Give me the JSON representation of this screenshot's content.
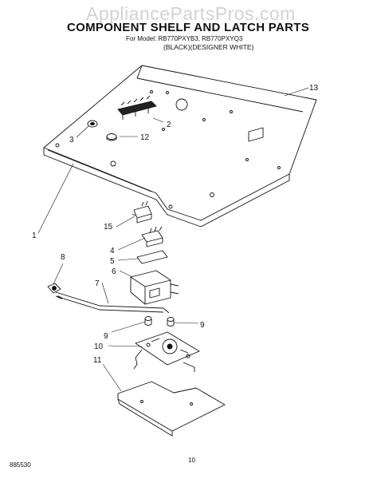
{
  "watermark": "AppliancePartsPros.com",
  "title": "COMPONENT SHELF AND LATCH PARTS",
  "model_line": "For Model: RB770PXYB3, RB770PXYQ3",
  "variant_line": "(BLACK)(DESIGNER WHITE)",
  "document_number": "885530",
  "page_number": "10",
  "callouts": {
    "c1": "1",
    "c2": "2",
    "c3": "3",
    "c4": "4",
    "c5": "5",
    "c6": "6",
    "c7": "7",
    "c8": "8",
    "c9a": "9",
    "c9b": "9",
    "c10": "10",
    "c11": "11",
    "c12": "12",
    "c13": "13",
    "c15": "15"
  }
}
